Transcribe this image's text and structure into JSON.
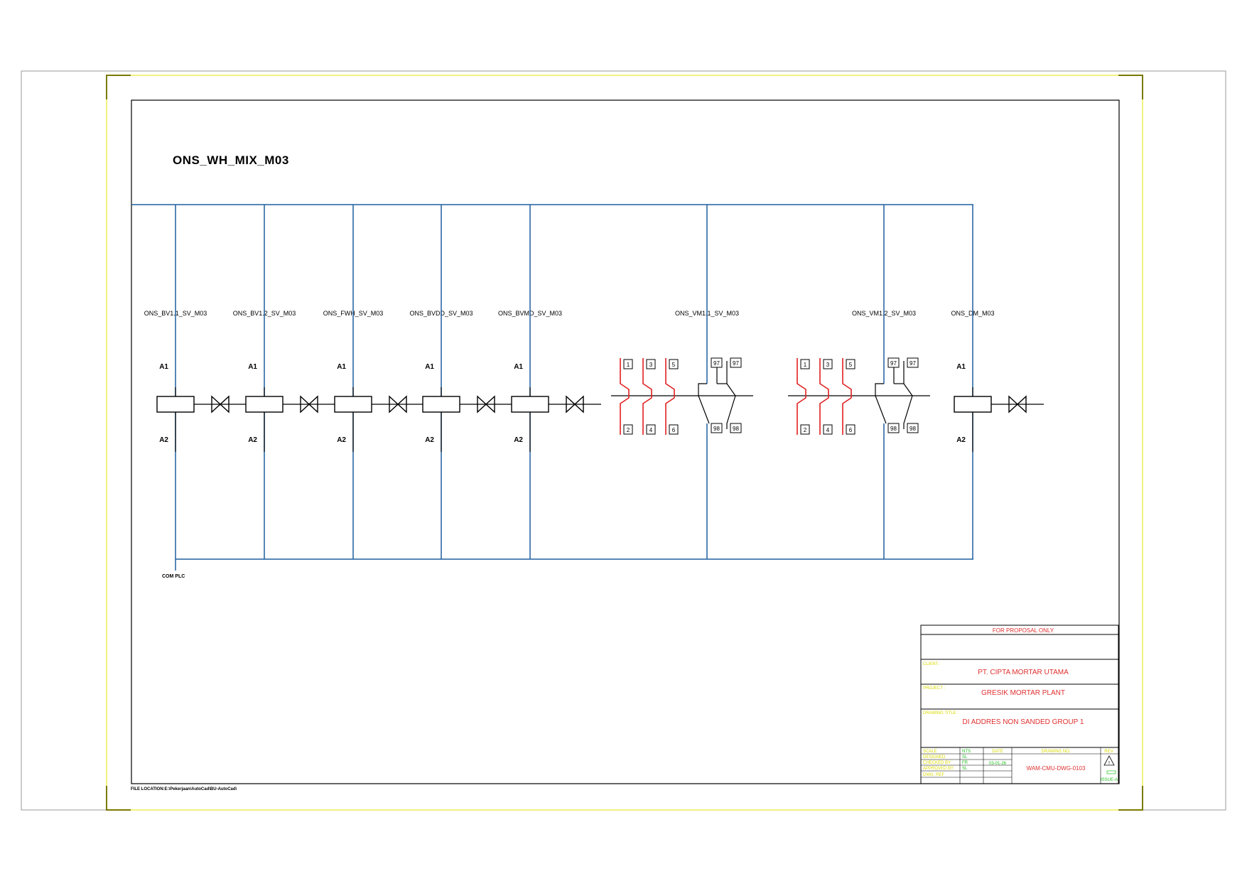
{
  "drawing": {
    "title": "ONS_WH_MIX_M03",
    "com_label": "COM PLC",
    "file_location": "FILE LOCATION:E:\\Pekerjaan\\AutoCad\\BU-AutoCad\\"
  },
  "coil_pins": {
    "top": "A1",
    "bottom": "A2"
  },
  "devices": [
    {
      "tag": "ONS_BV1.1_SV_M03",
      "kind": "solenoid"
    },
    {
      "tag": "ONS_BV1.2_SV_M03",
      "kind": "solenoid"
    },
    {
      "tag": "ONS_FWH_SV_M03",
      "kind": "solenoid"
    },
    {
      "tag": "ONS_BVDD_SV_M03",
      "kind": "solenoid"
    },
    {
      "tag": "ONS_BVMD_SV_M03",
      "kind": "solenoid"
    },
    {
      "tag": "ONS_VM1.1_SV_M03",
      "kind": "overload"
    },
    {
      "tag": "ONS_VM1.2_SV_M03",
      "kind": "overload"
    },
    {
      "tag": "ONS_DM_M03",
      "kind": "solenoid"
    }
  ],
  "overload_terminals": {
    "top": [
      "1",
      "3",
      "5"
    ],
    "bottom": [
      "2",
      "4",
      "6"
    ],
    "aux_top": [
      "97",
      "97"
    ],
    "aux_bottom": [
      "98",
      "98"
    ]
  },
  "title_block": {
    "notice": "FOR PROPOSAL ONLY",
    "client_caption": "CLIENT :",
    "client": "PT. CIPTA MORTAR UTAMA",
    "project_caption": "PROJECT :",
    "project": "GRESIK MORTAR PLANT",
    "drawing_title_caption": "DRAWING TITLE :",
    "drawing_title": "DI ADDRES NON SANDED GROUP 1",
    "drawing_no_caption": "DRAWING NO.",
    "drawing_no": "WAM-CMU-DWG-0103",
    "date_caption": "DATE",
    "date": "03-01-26",
    "rev_caption": "REV.",
    "rev": "ISSUE-A",
    "rows": [
      {
        "caption": "SCALE",
        "value": "NTS"
      },
      {
        "caption": "DESIGNED",
        "value": "SL"
      },
      {
        "caption": "CHECKED BY",
        "value": "FR"
      },
      {
        "caption": "APPROVED BY",
        "value": "SL"
      },
      {
        "caption": "DWG. REF",
        "value": ""
      }
    ]
  },
  "colors": {
    "bus": "#1f5f9f",
    "contact": "#e02020",
    "frame_yellow": "#e6e600",
    "ink": "#000000"
  }
}
